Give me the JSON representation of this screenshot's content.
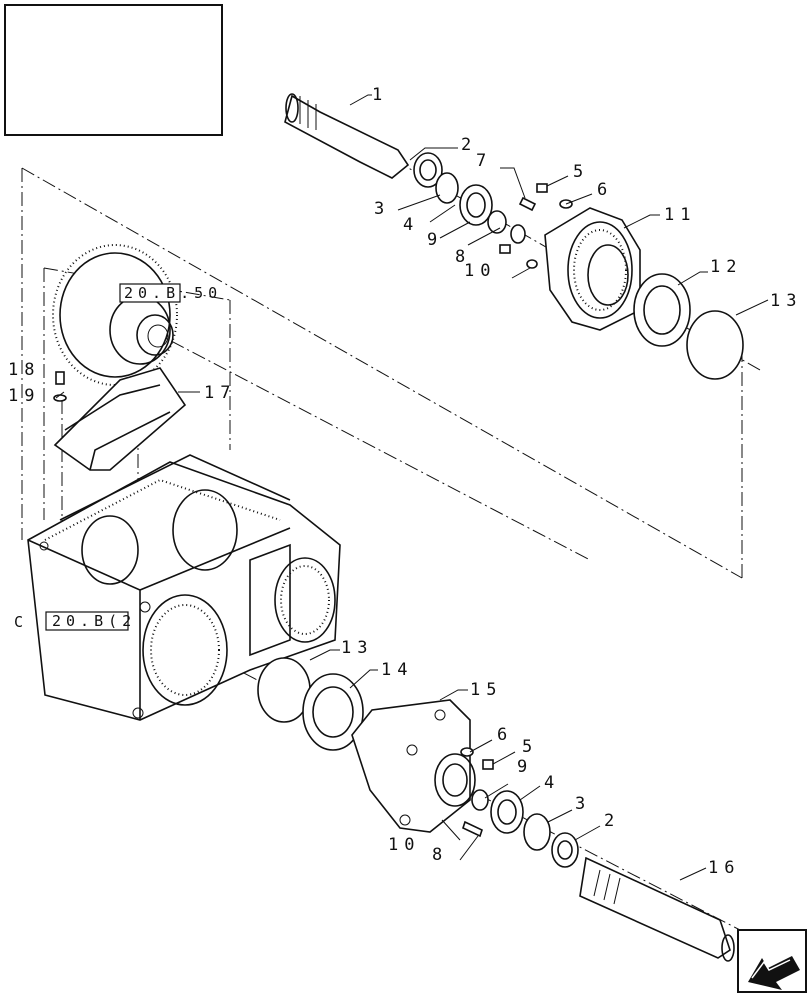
{
  "callouts": [
    {
      "id": "c1",
      "text": "1"
    },
    {
      "id": "c2a",
      "text": "2"
    },
    {
      "id": "c3a",
      "text": "3"
    },
    {
      "id": "c4a",
      "text": "4"
    },
    {
      "id": "c5a",
      "text": "5"
    },
    {
      "id": "c6a",
      "text": "6"
    },
    {
      "id": "c7",
      "text": "7"
    },
    {
      "id": "c8a",
      "text": "8"
    },
    {
      "id": "c9a",
      "text": "9"
    },
    {
      "id": "c10a",
      "text": "10"
    },
    {
      "id": "c11",
      "text": "11"
    },
    {
      "id": "c12",
      "text": "12"
    },
    {
      "id": "c13a",
      "text": "13"
    },
    {
      "id": "c13b",
      "text": "13"
    },
    {
      "id": "c14",
      "text": "14"
    },
    {
      "id": "c15",
      "text": "15"
    },
    {
      "id": "c16",
      "text": "16"
    },
    {
      "id": "c17",
      "text": "17"
    },
    {
      "id": "c18",
      "text": "18"
    },
    {
      "id": "c19",
      "text": "19"
    },
    {
      "id": "c2b",
      "text": "2"
    },
    {
      "id": "c3b",
      "text": "3"
    },
    {
      "id": "c4b",
      "text": "4"
    },
    {
      "id": "c5b",
      "text": "5"
    },
    {
      "id": "c6b",
      "text": "6"
    },
    {
      "id": "c8b",
      "text": "8"
    },
    {
      "id": "c9b",
      "text": "9"
    },
    {
      "id": "c10b",
      "text": "10"
    }
  ],
  "references": {
    "gear_ref": "20.B.50",
    "case_ref_prefix": "C",
    "case_ref": "20.B(2"
  },
  "nav_icon": "next-page-arrow-icon"
}
